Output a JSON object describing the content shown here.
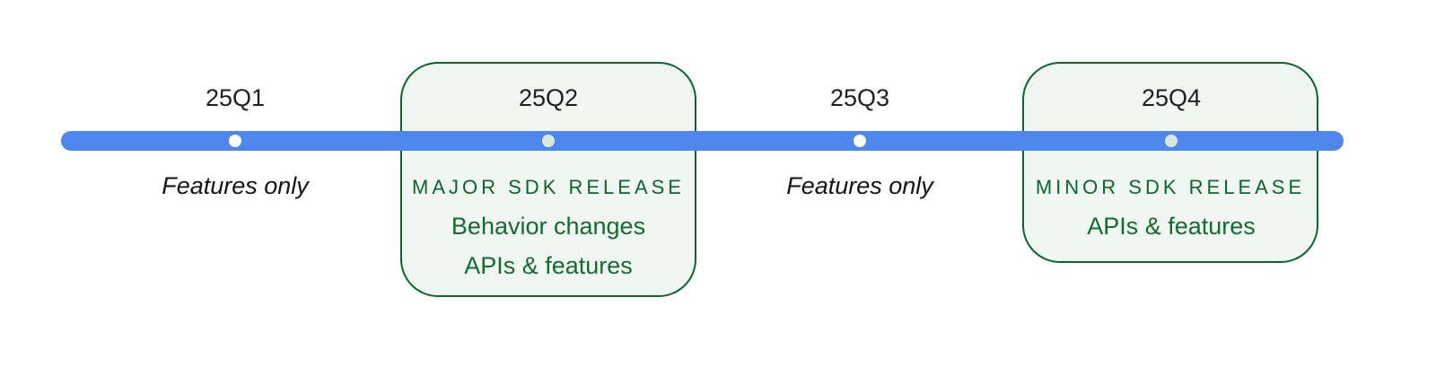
{
  "colors": {
    "timeline_blue": "#4f86ec",
    "green_dark": "#0d652d",
    "green_text": "#146c2e",
    "box_bg": "#f0f6f1"
  },
  "milestones": [
    {
      "quarter": "25Q1",
      "note": "Features only"
    },
    {
      "quarter": "25Q2",
      "heading": "MAJOR SDK RELEASE",
      "lines": [
        "Behavior changes",
        "APIs & features"
      ]
    },
    {
      "quarter": "25Q3",
      "note": "Features only"
    },
    {
      "quarter": "25Q4",
      "heading": "MINOR SDK RELEASE",
      "lines": [
        "APIs & features"
      ]
    }
  ]
}
